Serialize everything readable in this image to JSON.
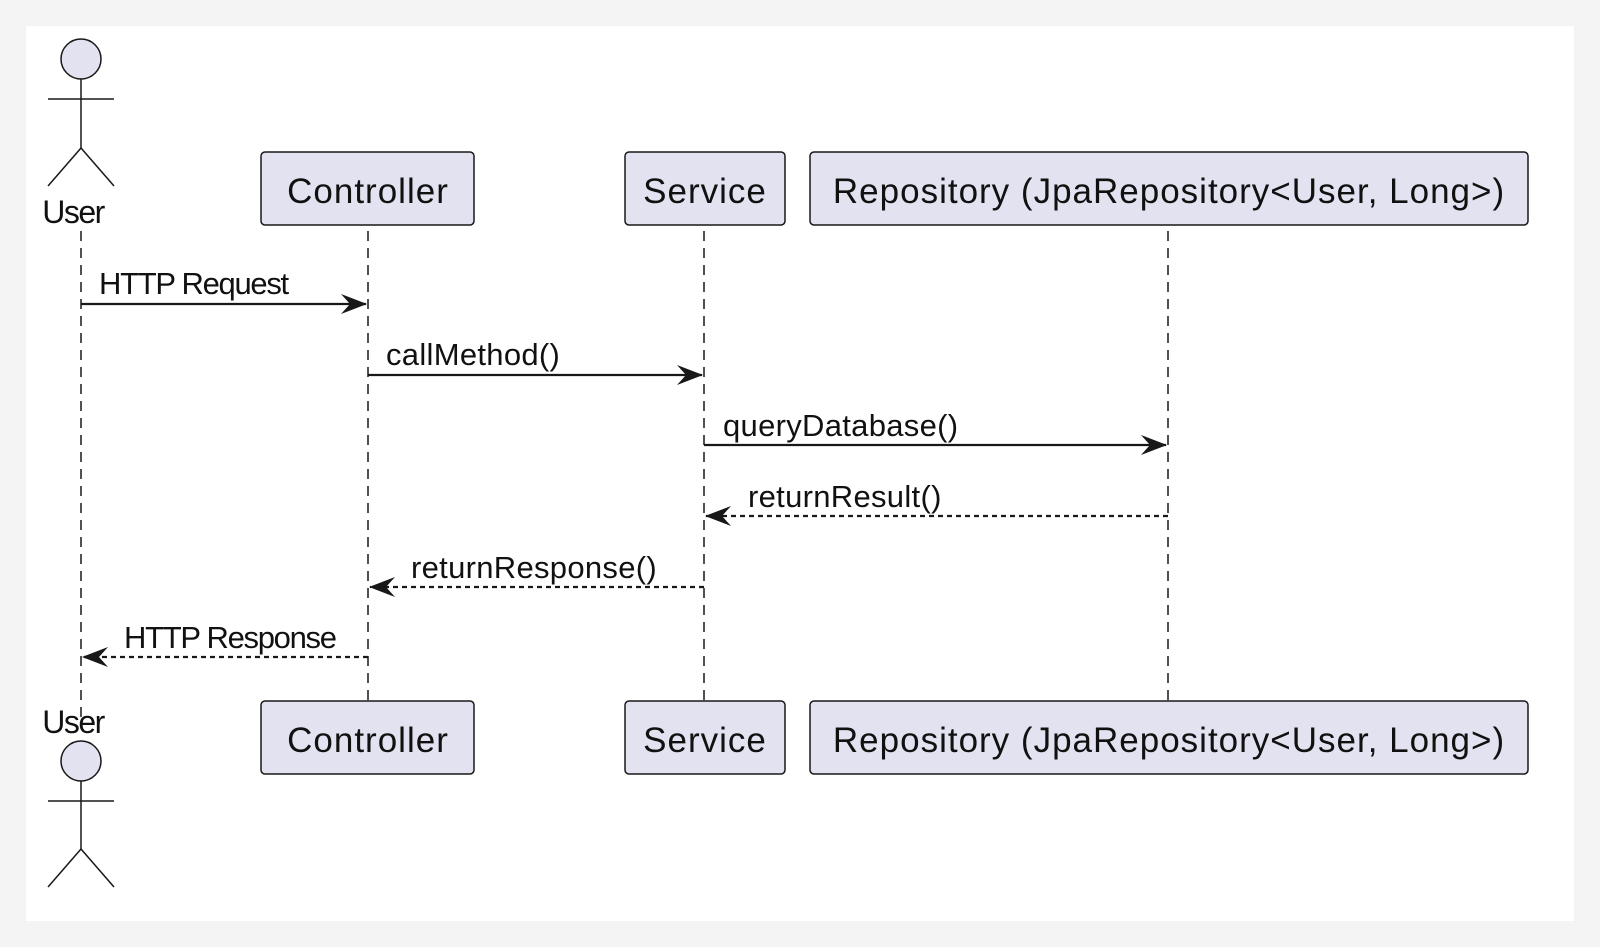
{
  "diagram": {
    "type": "sequence",
    "actor": {
      "label": "User"
    },
    "participants": [
      {
        "id": "controller",
        "label": "Controller"
      },
      {
        "id": "service",
        "label": "Service"
      },
      {
        "id": "repository",
        "label": "Repository (JpaRepository<User, Long>)"
      }
    ],
    "messages": [
      {
        "from": "User",
        "to": "Controller",
        "label": "HTTP Request",
        "style": "sync"
      },
      {
        "from": "Controller",
        "to": "Service",
        "label": "callMethod()",
        "style": "sync"
      },
      {
        "from": "Service",
        "to": "Repository",
        "label": "queryDatabase()",
        "style": "sync"
      },
      {
        "from": "Repository",
        "to": "Service",
        "label": "returnResult()",
        "style": "return"
      },
      {
        "from": "Service",
        "to": "Controller",
        "label": "returnResponse()",
        "style": "return"
      },
      {
        "from": "Controller",
        "to": "User",
        "label": "HTTP Response",
        "style": "return"
      }
    ]
  },
  "colors": {
    "page_background": "#f4f4f4",
    "diagram_background": "#ffffff",
    "participant_fill": "#e2e2f0",
    "stroke": "#181818",
    "text": "#111111"
  }
}
